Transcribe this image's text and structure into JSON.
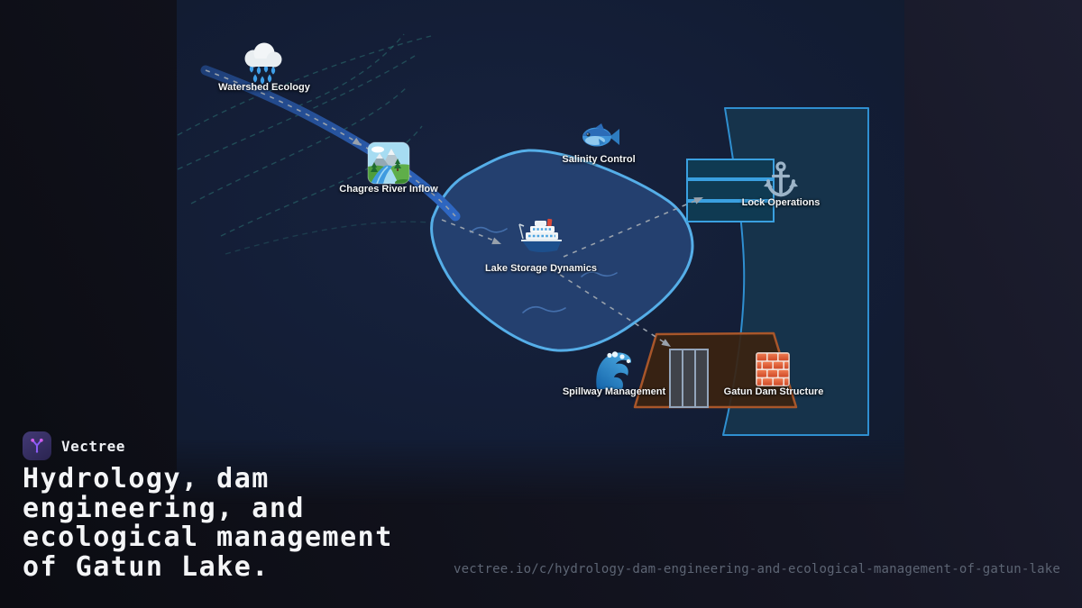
{
  "brand": {
    "name": "Vectree",
    "logo_icon": "tree-branch-icon",
    "logo_bg": "#352c5e",
    "logo_accent": "#8a5cf5",
    "logo_dot": "#cf5ce8"
  },
  "title": {
    "lines": [
      "Hydrology, dam",
      "engineering, and",
      "ecological management",
      "of Gatun Lake."
    ]
  },
  "footer": {
    "url": "vectree.io/c/hydrology-dam-engineering-and-ecological-management-of-gatun-lake"
  },
  "diagram": {
    "nodes": [
      {
        "id": "watershed-ecology",
        "label": "Watershed Ecology",
        "icon": "rain-cloud-icon"
      },
      {
        "id": "chagres-river-inflow",
        "label": "Chagres River Inflow",
        "icon": "river-landscape-icon"
      },
      {
        "id": "salinity-control",
        "label": "Salinity Control",
        "icon": "fish-icon"
      },
      {
        "id": "lake-storage-dynamics",
        "label": "Lake Storage Dynamics",
        "icon": "cruise-ship-icon"
      },
      {
        "id": "lock-operations",
        "label": "Lock Operations",
        "icon": "anchor-icon"
      },
      {
        "id": "spillway-management",
        "label": "Spillway Management",
        "icon": "ocean-wave-icon"
      },
      {
        "id": "gatun-dam-structure",
        "label": "Gatun Dam Structure",
        "icon": "brick-wall-icon"
      }
    ],
    "colors": {
      "lake_fill": "#24406f",
      "lake_stroke": "#55aee8",
      "canal_fill": "#16334b",
      "canal_stroke": "#2f8fd0",
      "chamber_fill": "#0f3a52",
      "chamber_stroke": "#3aa0e0",
      "dam_fill": "#3b2310",
      "dam_stroke": "#a8562a",
      "river_start": "#1f3f78",
      "river_end": "#2f68c4",
      "contour": "#2e7a78",
      "connector": "#98a1ac"
    }
  }
}
